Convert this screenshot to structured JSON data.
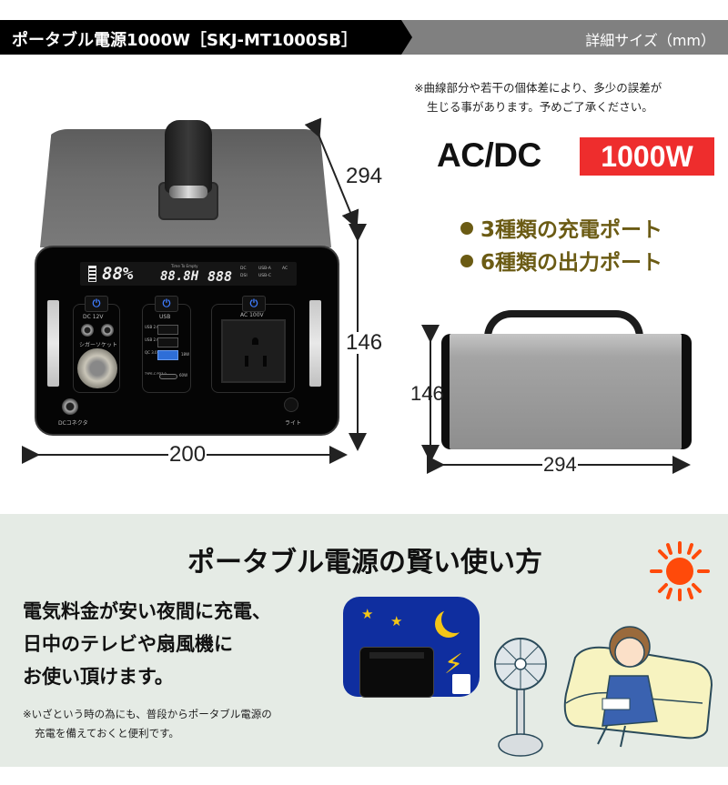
{
  "header": {
    "title": "ポータブル電源1000W［SKJ-MT1000SB］",
    "right_label": "詳細サイズ（mm）"
  },
  "note": {
    "line1": "※曲線部分や若干の個体差により、多少の誤差が",
    "line2": "生じる事があります。予めご了承ください。"
  },
  "spec": {
    "type": "AC/DC",
    "wattage": "1000W",
    "features": [
      "3種類の充電ポート",
      "6種類の出力ポート"
    ]
  },
  "colors": {
    "header_black": "#000000",
    "header_gray": "#808080",
    "wattage_badge": "#ee2d2d",
    "feature_text": "#6b5b14",
    "usage_bg": "#e5ebe5",
    "sun": "#ff4a0a",
    "night_sky": "#0f2e9f",
    "power_button": "#3f7dff"
  },
  "front_view": {
    "lcd": {
      "percent": "88%",
      "hours": "88.8H",
      "watts": "888",
      "time_label": "Time To Empty",
      "indicators": [
        "DC",
        "USB-A",
        "AC",
        "DSI",
        "USB-C"
      ]
    },
    "panels": {
      "dc_label": "DC 12V",
      "cigar_label": "シガーソケット",
      "usb_label": "USB",
      "usb_ports": [
        "USB 2.0",
        "USB 2.0",
        "QC 3.0",
        "TYPE-C PD3.0"
      ],
      "usb_watts": [
        "18W",
        "60W"
      ],
      "ac_label": "AC 100V",
      "dc_connector_label": "DCコネクタ",
      "light_label": "ライト"
    },
    "dimensions": {
      "depth": "294",
      "height": "146",
      "width": "200"
    }
  },
  "side_view": {
    "dimensions": {
      "height": "146",
      "length": "294"
    }
  },
  "usage": {
    "title": "ポータブル電源の賢い使い方",
    "lines": [
      "電気料金が安い夜間に充電、",
      "日中のテレビや扇風機に",
      "お使い頂けます。"
    ],
    "note_line1": "※いざという時の為にも、普段からポータブル電源の",
    "note_line2": "充電を備えておくと便利です。"
  }
}
